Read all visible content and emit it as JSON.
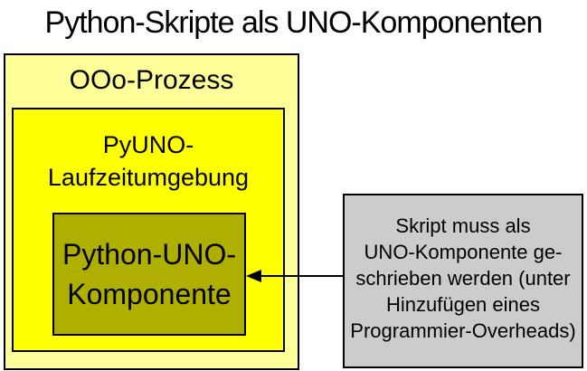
{
  "title": "Python-Skripte als UNO-Komponenten",
  "boxes": {
    "ooo_process": {
      "label": "OOo-Prozess",
      "fill": "#FFFF99",
      "border_color": "#000000"
    },
    "pyuno_runtime": {
      "label": "PyUNO-\nLaufzeitumgebung",
      "fill": "#FFFF00",
      "border_color": "#000000"
    },
    "python_uno_component": {
      "label": "Python-UNO-\nKomponente",
      "fill": "#AFAF00",
      "border_color": "#000000"
    }
  },
  "note": {
    "text": "Skript muss als\nUNO-Komponente ge-\nschrieben werden (unter\nHinzufügen eines\nProgrammier-Overheads)",
    "fill": "#CCCCCC",
    "border_color": "#000000"
  },
  "arrow": {
    "from": "note-box",
    "to": "python-uno-component-box",
    "direction": "left",
    "color": "#000000"
  }
}
